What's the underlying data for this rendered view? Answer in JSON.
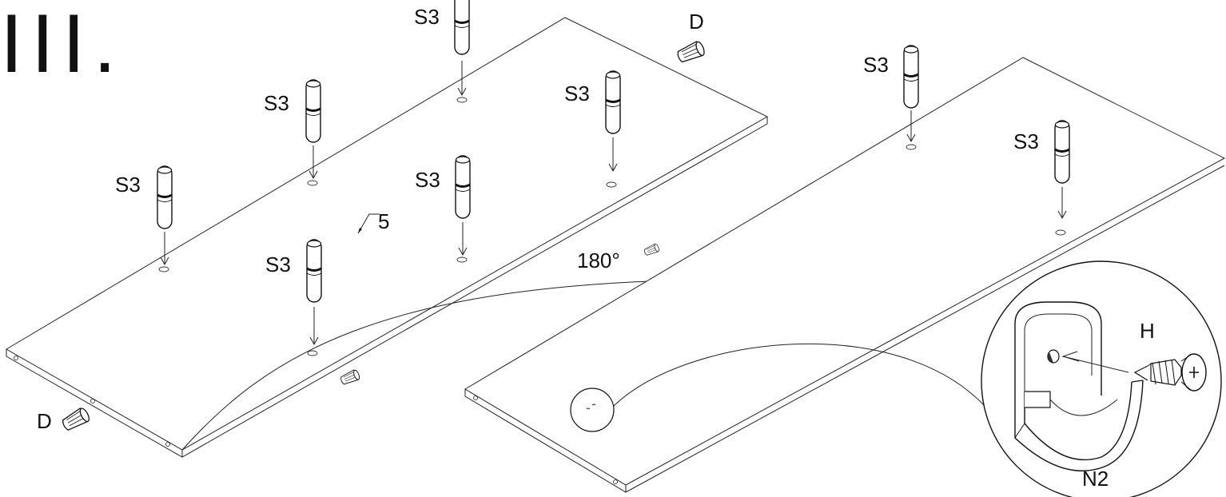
{
  "step_number": "III.",
  "labels": {
    "pin": "S3",
    "dowel": "D",
    "panel": "5",
    "rotation": "180°",
    "screw": "H",
    "bracket": "N2"
  },
  "colors": {
    "line": "#111111",
    "background": "#ffffff"
  },
  "icons": [
    "pin-s3",
    "dowel-d",
    "screw-h",
    "hanger-bracket-n2",
    "rotate-arrow"
  ]
}
